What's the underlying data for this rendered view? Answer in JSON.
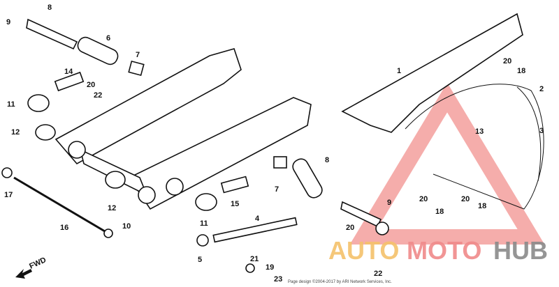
{
  "diagram": {
    "callouts": [
      "8",
      "9",
      "6",
      "7",
      "14",
      "20",
      "22",
      "11",
      "12",
      "17",
      "16",
      "12",
      "10",
      "11",
      "15",
      "7",
      "8",
      "4",
      "5",
      "21",
      "19",
      "23",
      "1",
      "20",
      "18",
      "2",
      "3",
      "13",
      "20",
      "18",
      "20",
      "18",
      "9",
      "20",
      "22"
    ],
    "direction_label": "FWD",
    "copyright": "Page design ©2004-2017 by ARI Network Services, Inc."
  },
  "watermark": {
    "parts": [
      "AUTO",
      "MOTO",
      "HUB"
    ],
    "colors": {
      "auto": "#f5c26b",
      "moto": "#f08a8a",
      "hub": "#8a8a8a",
      "triangle": "#f2928f"
    }
  }
}
